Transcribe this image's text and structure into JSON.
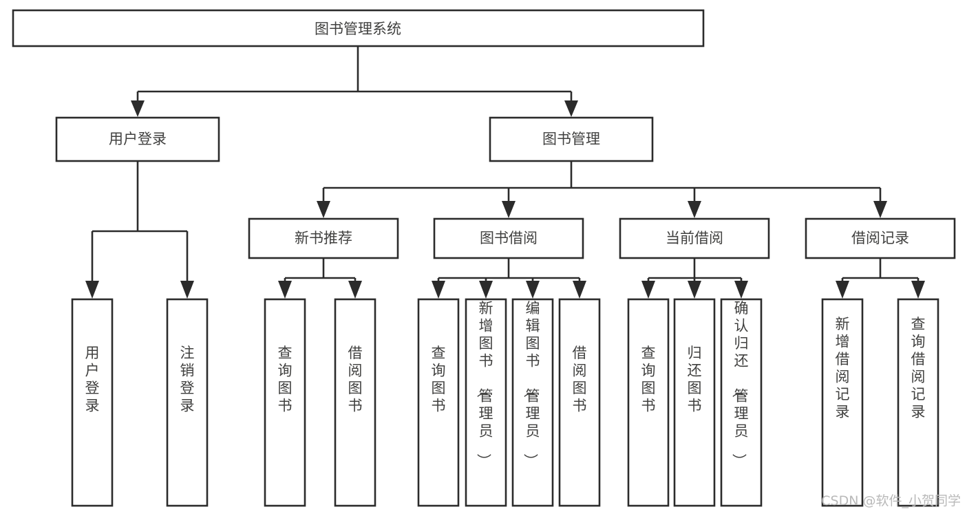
{
  "diagram": {
    "title": "图书管理系统",
    "type": "tree-hierarchy-chart",
    "root": {
      "id": "root",
      "label": "图书管理系统"
    },
    "level2": [
      {
        "id": "user-login",
        "label": "用户登录"
      },
      {
        "id": "book-management",
        "label": "图书管理"
      }
    ],
    "level3": [
      {
        "id": "new-book-recommend",
        "label": "新书推荐",
        "parent": "book-management"
      },
      {
        "id": "book-borrow",
        "label": "图书借阅",
        "parent": "book-management"
      },
      {
        "id": "current-borrow",
        "label": "当前借阅",
        "parent": "book-management"
      },
      {
        "id": "borrow-record",
        "label": "借阅记录",
        "parent": "book-management"
      }
    ],
    "leaves": [
      {
        "id": "leaf-user-login",
        "label": "用户登录",
        "parent": "user-login"
      },
      {
        "id": "leaf-logout-login",
        "label": "注销登录",
        "parent": "user-login"
      },
      {
        "id": "leaf-query-book-1",
        "label": "查询图书",
        "parent": "new-book-recommend"
      },
      {
        "id": "leaf-borrow-book-1",
        "label": "借阅图书",
        "parent": "new-book-recommend"
      },
      {
        "id": "leaf-query-book-2",
        "label": "查询图书",
        "parent": "book-borrow"
      },
      {
        "id": "leaf-add-book",
        "label": "新增图书（管理员）",
        "parent": "book-borrow"
      },
      {
        "id": "leaf-edit-book",
        "label": "编辑图书（管理员）",
        "parent": "book-borrow"
      },
      {
        "id": "leaf-borrow-book-2",
        "label": "借阅图书",
        "parent": "book-borrow"
      },
      {
        "id": "leaf-query-book-3",
        "label": "查询图书",
        "parent": "current-borrow"
      },
      {
        "id": "leaf-return-book",
        "label": "归还图书",
        "parent": "current-borrow"
      },
      {
        "id": "leaf-confirm-return",
        "label": "确认归还（管理员）",
        "parent": "current-borrow"
      },
      {
        "id": "leaf-add-record",
        "label": "新增借阅记录",
        "parent": "borrow-record"
      },
      {
        "id": "leaf-query-record",
        "label": "查询借阅记录",
        "parent": "borrow-record"
      }
    ],
    "colors": {
      "stroke": "#2b2b2b",
      "text": "#40403f",
      "background": "#ffffff",
      "watermark": "#b9b9b9"
    }
  },
  "watermark": {
    "text": "CSDN @软件_小贺同学"
  }
}
